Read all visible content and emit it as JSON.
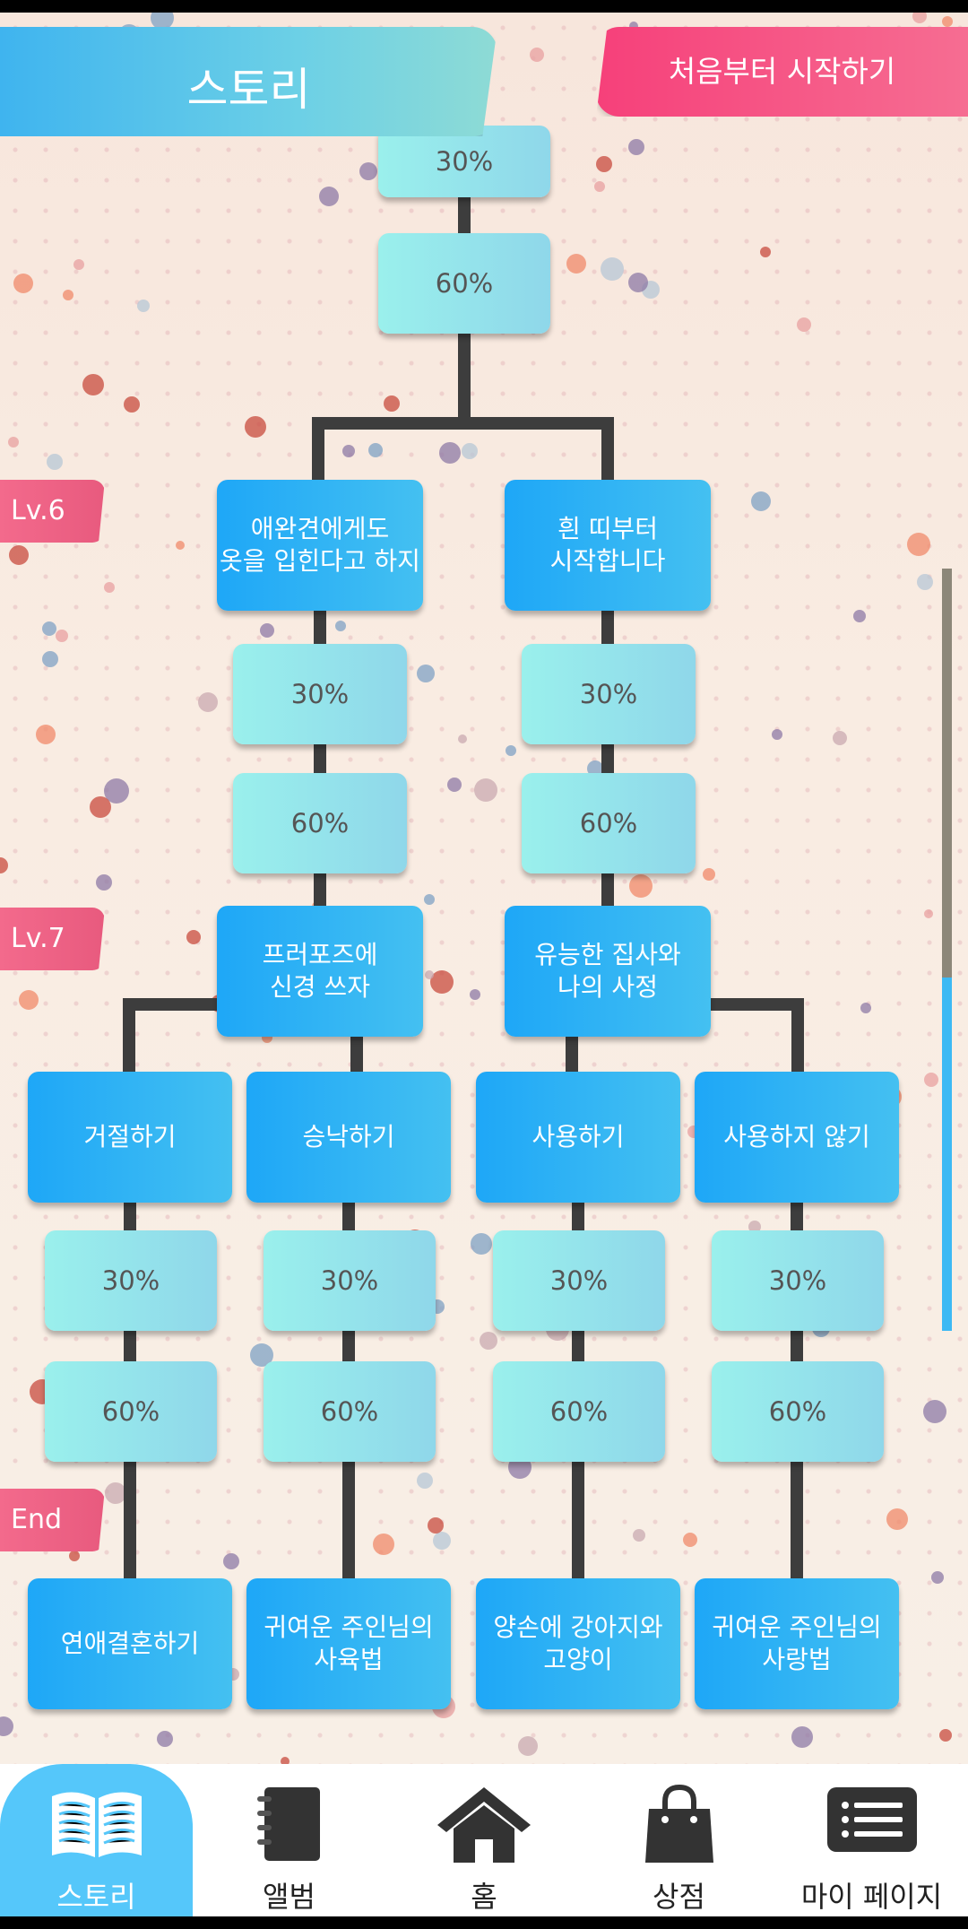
{
  "header": {
    "title": "스토리",
    "restart_label": "처음부터 시작하기"
  },
  "levels": {
    "lv6": "Lv.6",
    "lv7": "Lv.7",
    "end": "End"
  },
  "tree": {
    "top": {
      "p30": "30%",
      "p60": "60%"
    },
    "lv6_left": {
      "title": "애완견에게도\n옷을 입힌다고 하지",
      "p30": "30%",
      "p60": "60%"
    },
    "lv6_right": {
      "title": "흰 띠부터\n시작합니다",
      "p30": "30%",
      "p60": "60%"
    },
    "lv7_left": {
      "title": "프러포즈에\n신경 쓰자"
    },
    "lv7_right": {
      "title": "유능한 집사와\n나의 사정"
    },
    "choices": [
      {
        "title": "거절하기",
        "p30": "30%",
        "p60": "60%",
        "ending": "연애결혼하기"
      },
      {
        "title": "승낙하기",
        "p30": "30%",
        "p60": "60%",
        "ending": "귀여운 주인님의\n사육법"
      },
      {
        "title": "사용하기",
        "p30": "30%",
        "p60": "60%",
        "ending": "양손에 강아지와\n고양이"
      },
      {
        "title": "사용하지 않기",
        "p30": "30%",
        "p60": "60%",
        "ending": "귀여운 주인님의\n사랑법"
      }
    ]
  },
  "nav": {
    "items": [
      {
        "label": "스토리",
        "icon": "book-icon",
        "active": true
      },
      {
        "label": "앨범",
        "icon": "album-icon"
      },
      {
        "label": "홈",
        "icon": "home-icon"
      },
      {
        "label": "상점",
        "icon": "shop-bag-icon"
      },
      {
        "label": "마이 페이지",
        "icon": "list-icon"
      }
    ]
  },
  "colors": {
    "chapter": "#1ea7f7",
    "progress": "#9af0ec",
    "level": "#f36a8c",
    "nav_active": "#55c7fa",
    "connector": "#3d3d3d"
  }
}
